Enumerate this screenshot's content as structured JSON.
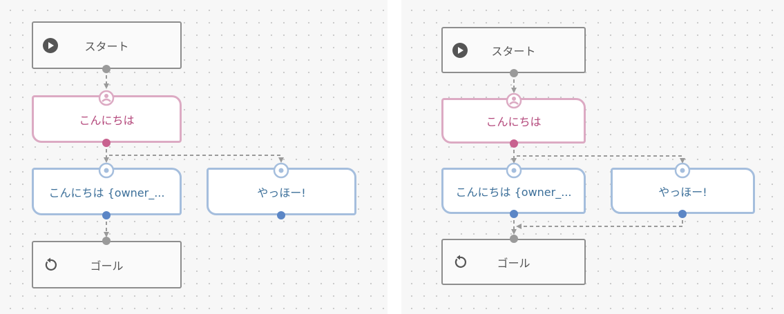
{
  "diagrams": [
    {
      "nodes": {
        "start": {
          "label": "スタート",
          "icon": "play-circle-icon"
        },
        "hello": {
          "label": "こんにちは",
          "icon": "user-icon"
        },
        "hello_owner": {
          "label": "こんにちは {owner_...",
          "icon": "target-icon"
        },
        "yahoo": {
          "label": "やっほー!",
          "icon": "target-icon"
        },
        "goal": {
          "label": "ゴール",
          "icon": "restart-icon"
        }
      }
    },
    {
      "nodes": {
        "start": {
          "label": "スタート",
          "icon": "play-circle-icon"
        },
        "hello": {
          "label": "こんにちは",
          "icon": "user-icon"
        },
        "hello_owner": {
          "label": "こんにちは {owner_...",
          "icon": "target-icon"
        },
        "yahoo": {
          "label": "やっほー!",
          "icon": "target-icon"
        },
        "goal": {
          "label": "ゴール",
          "icon": "restart-icon"
        }
      }
    }
  ],
  "colors": {
    "gray": "#8d8d8d",
    "pink": "#dcaac3",
    "pink_text": "#b4497c",
    "pink_port": "#c8628f",
    "blue": "#a5bedd",
    "blue_text": "#3c6f99",
    "blue_port": "#5b86c6",
    "connector": "#9a9a9a"
  }
}
